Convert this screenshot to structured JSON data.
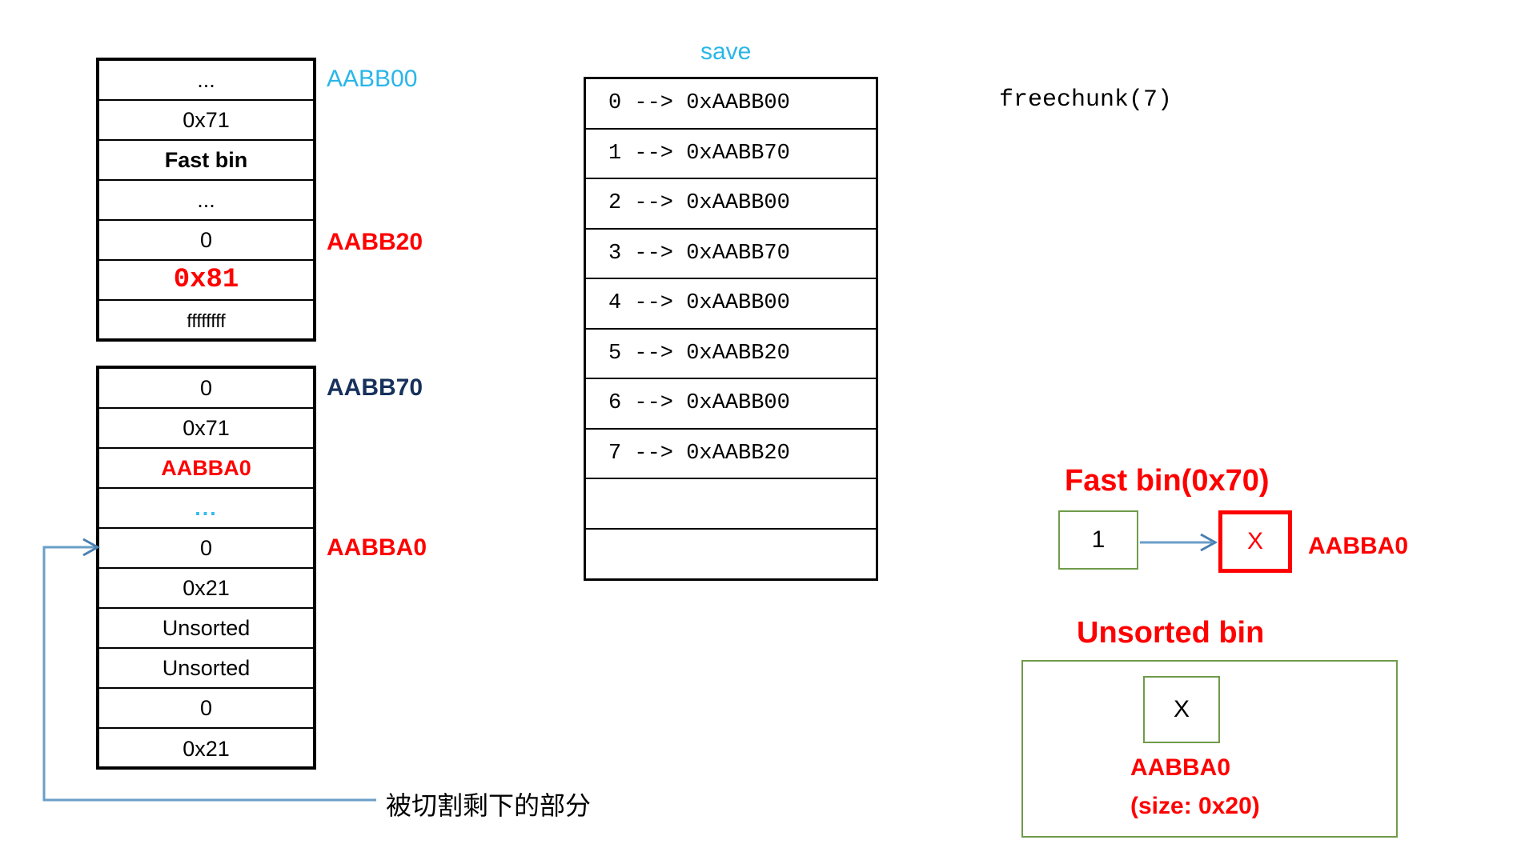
{
  "colors": {
    "cyan": "#29b6e8",
    "red": "#ff0000",
    "navy": "#17315c",
    "green": "#6f9b4a",
    "connector_blue": "#6a9ec8",
    "black": "#000000"
  },
  "chunk_table_top": {
    "rows": [
      {
        "text": "...",
        "style": "plain"
      },
      {
        "text": "0x71",
        "style": "plain"
      },
      {
        "text": "Fast bin",
        "style": "bold"
      },
      {
        "text": "...",
        "style": "plain"
      },
      {
        "text": "0",
        "style": "plain"
      },
      {
        "text": "0x81",
        "style": "red-mono"
      },
      {
        "text": "ffffffff",
        "style": "small"
      }
    ],
    "labels": [
      {
        "text": "AABB00",
        "color": "cyan",
        "row_index": 0
      },
      {
        "text": "AABB20",
        "color": "red",
        "row_index": 4
      }
    ]
  },
  "chunk_table_bottom": {
    "rows": [
      {
        "text": "0",
        "style": "plain"
      },
      {
        "text": "0x71",
        "style": "plain"
      },
      {
        "text": "AABBA0",
        "style": "red"
      },
      {
        "text": "...",
        "style": "cyan"
      },
      {
        "text": "0",
        "style": "plain"
      },
      {
        "text": "0x21",
        "style": "plain"
      },
      {
        "text": "Unsorted",
        "style": "plain"
      },
      {
        "text": "Unsorted",
        "style": "plain"
      },
      {
        "text": "0",
        "style": "plain"
      },
      {
        "text": "0x21",
        "style": "plain"
      }
    ],
    "labels": [
      {
        "text": "AABB70",
        "color": "navy",
        "row_index": 0
      },
      {
        "text": "AABBA0",
        "color": "red",
        "row_index": 4
      }
    ]
  },
  "annotation": {
    "caption": "被切割剩下的部分"
  },
  "save_table": {
    "title": "save",
    "rows": [
      "0 --> 0xAABB00",
      "1 --> 0xAABB70",
      "2 --> 0xAABB00",
      "3 --> 0xAABB70",
      "4 --> 0xAABB00",
      "5 --> 0xAABB20",
      "6 --> 0xAABB00",
      "7 --> 0xAABB20",
      "",
      ""
    ]
  },
  "right_panel": {
    "operation": "freechunk(7)",
    "fast_bin": {
      "title": "Fast bin(0x70)",
      "index_box": "1",
      "chunk_box": "X",
      "address": "AABBA0"
    },
    "unsorted_bin": {
      "title": "Unsorted bin",
      "chunk_box": "X",
      "address_line1": "AABBA0",
      "address_line2": "(size: 0x20)"
    }
  }
}
